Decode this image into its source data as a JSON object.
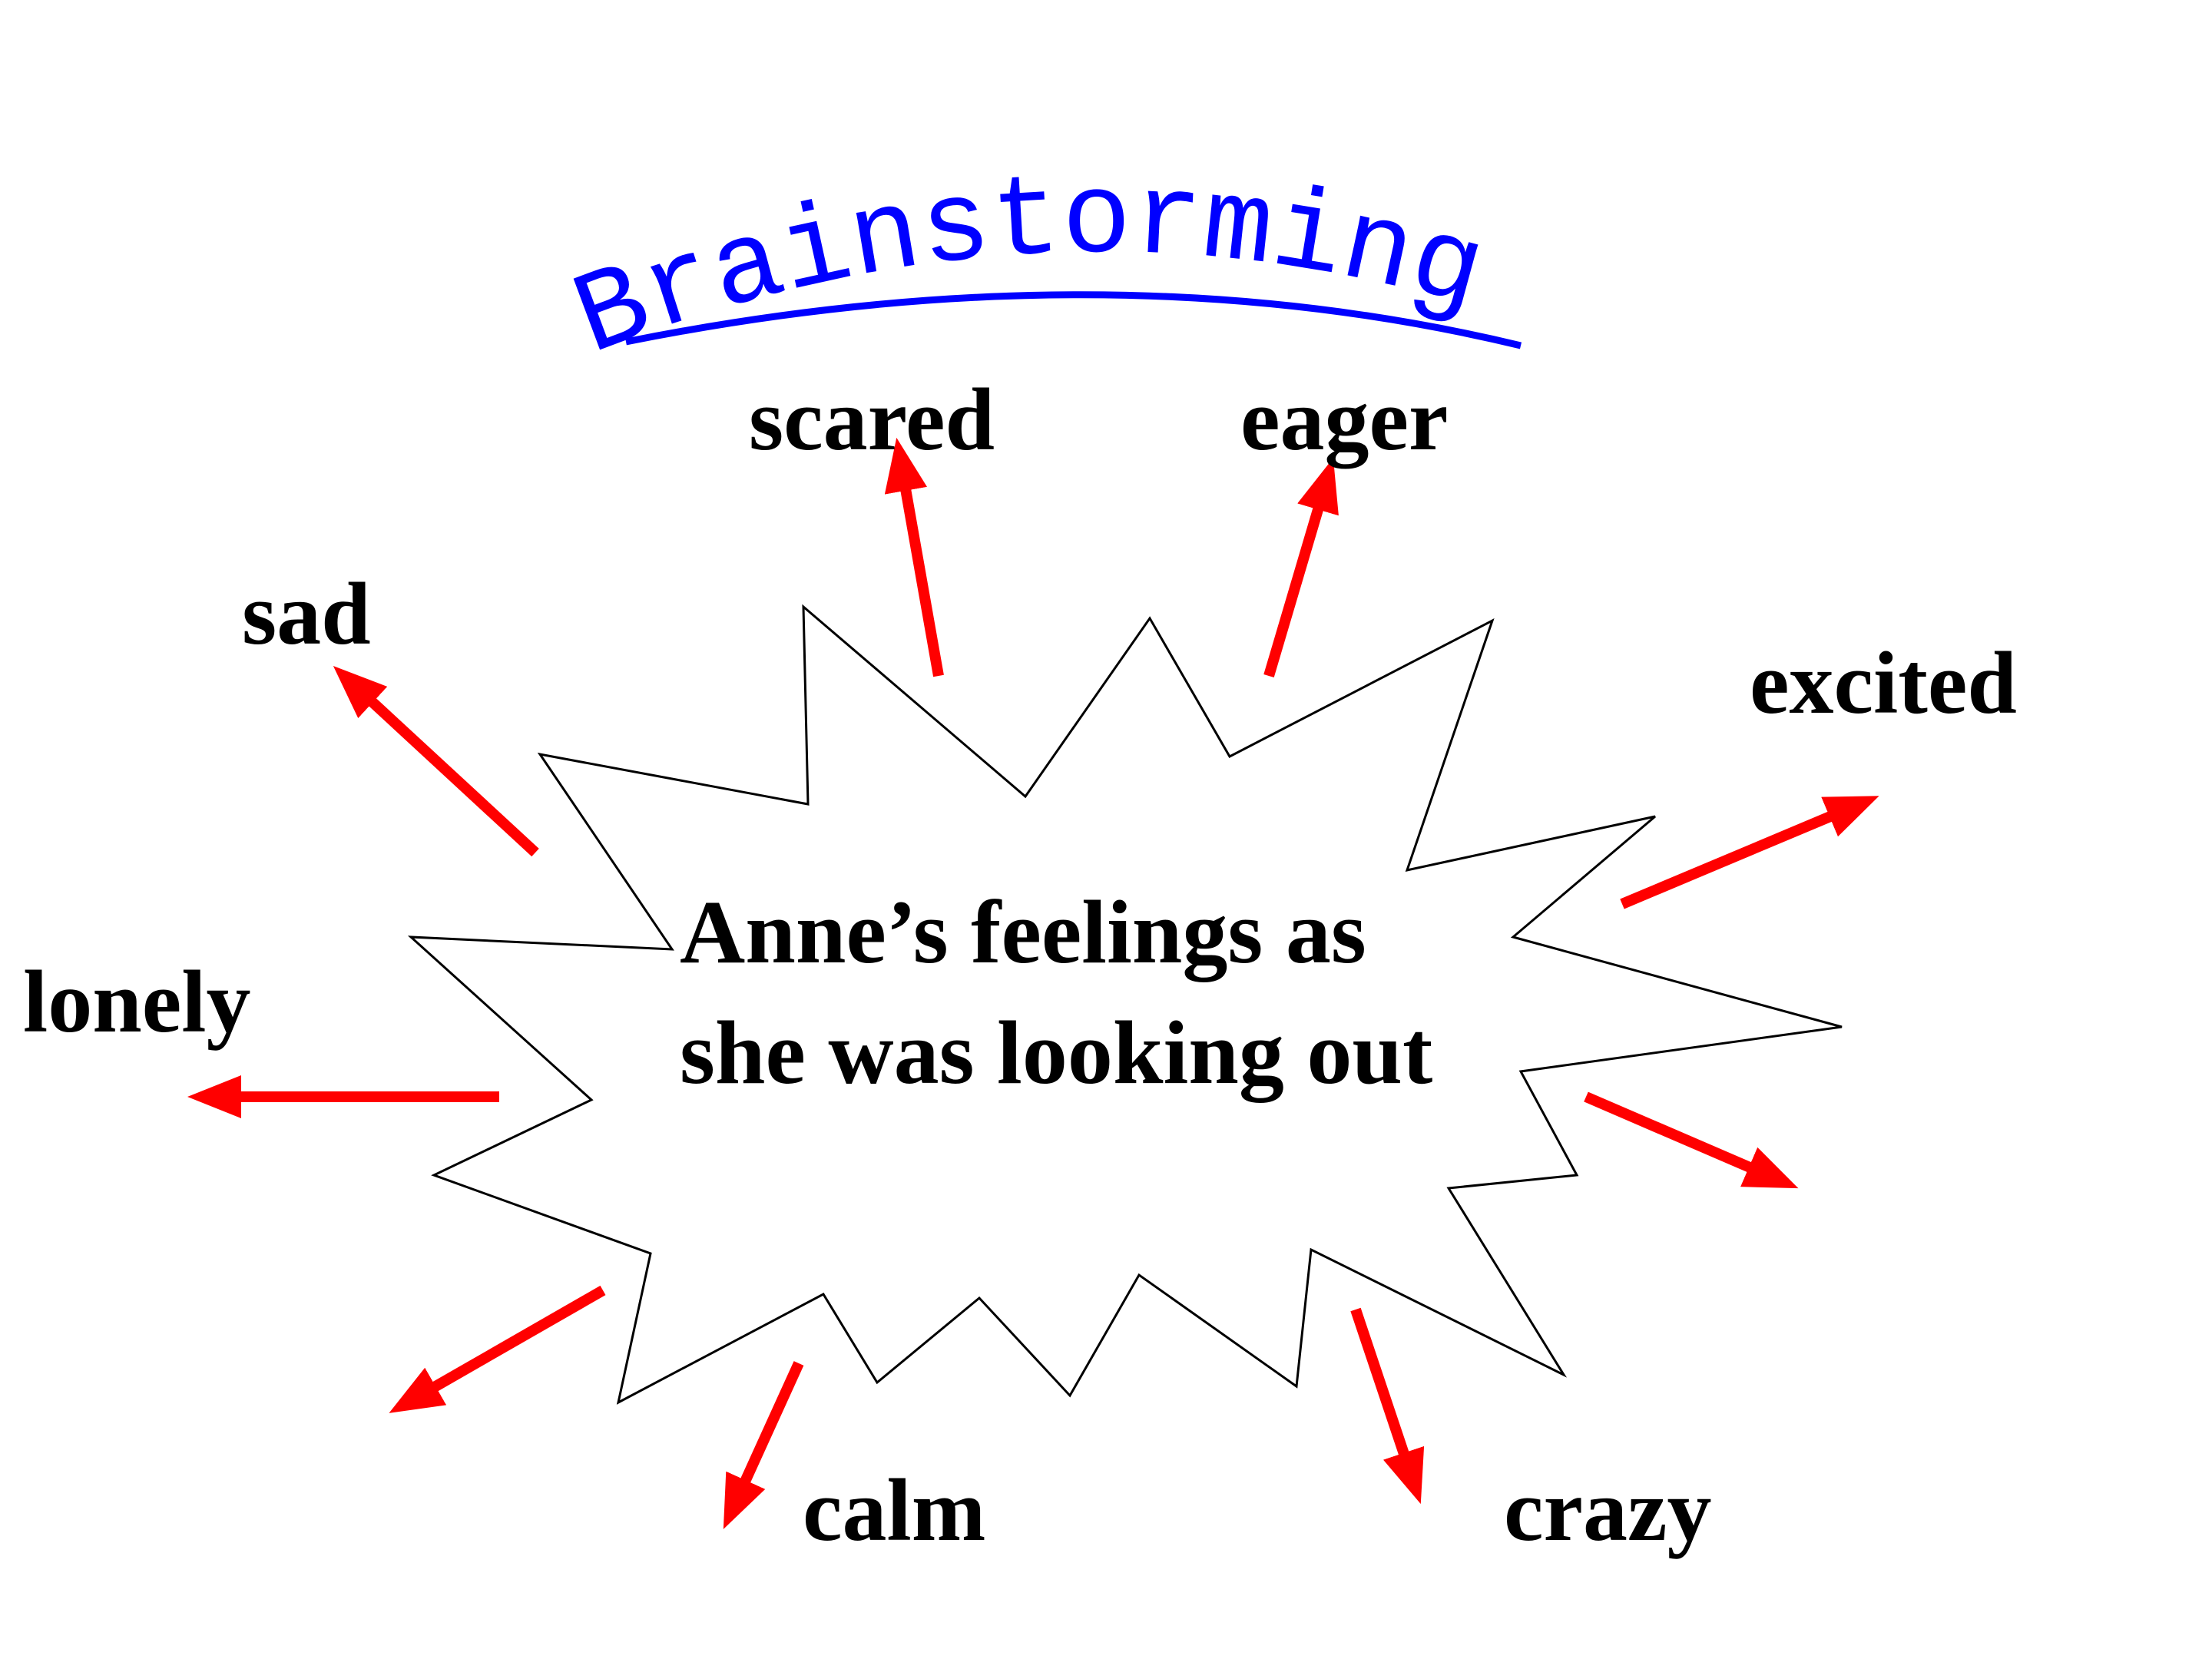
{
  "title": "Brainstorming",
  "center": {
    "line1": "Anne’s feelings as",
    "line2": "she was looking out"
  },
  "words": {
    "scared": "scared",
    "eager": "eager",
    "sad": "sad",
    "excited": "excited",
    "lonely": "lonely",
    "calm": "calm",
    "crazy": "crazy"
  },
  "colors": {
    "title": "#0000ff",
    "arrow": "#ff0000",
    "text": "#000000",
    "outline": "#000000"
  }
}
